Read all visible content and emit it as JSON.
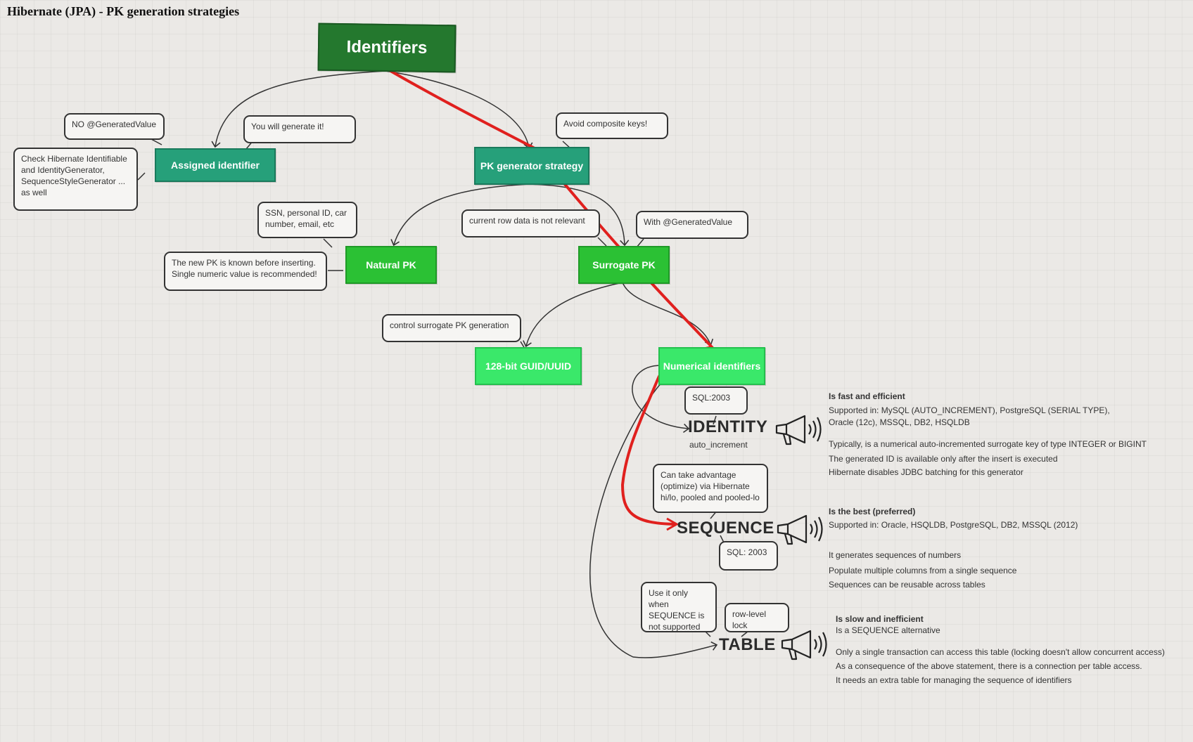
{
  "page_title": "Hibernate (JPA) - PK generation strategies",
  "nodes": {
    "identifiers": "Identifiers",
    "assigned": "Assigned identifier",
    "pk_generator": "PK generator strategy",
    "natural_pk": "Natural PK",
    "surrogate_pk": "Surrogate PK",
    "guid": "128-bit GUID/UUID",
    "numerical": "Numerical identifiers"
  },
  "callouts": {
    "no_generated": "NO @GeneratedValue",
    "you_generate": "You will generate it!",
    "check_hibernate": "Check Hibernate Identifiable\nand IdentityGenerator,\nSequenceStyleGenerator ...\nas well",
    "avoid_composite": "Avoid composite keys!",
    "ssn": "SSN, personal ID, car\nnumber, email, etc",
    "current_row": "current row data is not relevant",
    "with_generated": "With @GeneratedValue",
    "new_pk_known": "The new PK is known before inserting.\nSingle numeric value is recommended!",
    "control_surrogate": "control surrogate PK generation",
    "sql2003_identity": "SQL:2003",
    "can_take_advantage": "Can take advantage\n(optimize) via Hibernate\nhi/lo, pooled and pooled-lo",
    "sql2003_sequence": "SQL: 2003",
    "use_only_when": "Use it only when\nSEQUENCE is\nnot supported",
    "row_level_lock": "row-level lock"
  },
  "strategies": {
    "identity": {
      "label": "IDENTITY",
      "sublabel": "auto_increment",
      "notes": [
        "Is fast and efficient",
        "Supported in: MySQL (AUTO_INCREMENT), PostgreSQL (SERIAL TYPE),",
        "Oracle (12c), MSSQL, DB2, HSQLDB",
        "Typically, is a numerical auto-incremented surrogate key of type INTEGER or BIGINT",
        "The generated ID is available only after the insert is executed",
        "Hibernate disables JDBC batching for this generator"
      ]
    },
    "sequence": {
      "label": "SEQUENCE",
      "notes": [
        "Is the best (preferred)",
        "Supported in: Oracle, HSQLDB, PostgreSQL, DB2, MSSQL (2012)",
        "It generates sequences of numbers",
        "Populate multiple columns from a single sequence",
        "Sequences can be reusable across tables"
      ]
    },
    "table": {
      "label": "TABLE",
      "notes": [
        "Is slow and inefficient",
        "Is a SEQUENCE alternative",
        "Only a single transaction can access this table (locking doesn't allow concurrent access)",
        "As a consequence of the above statement, there is a connection per table access.",
        "It needs an extra table for managing the sequence of identifiers"
      ]
    }
  },
  "colors": {
    "root": "#24782e",
    "teal": "#26a07a",
    "green": "#2bc134",
    "lime": "#3ae86a",
    "highlight_path": "#e0201e"
  },
  "icons": [
    "megaphone-icon"
  ]
}
